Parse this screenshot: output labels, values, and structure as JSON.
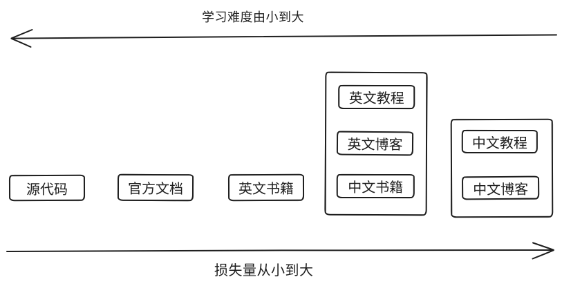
{
  "diagram": {
    "colors": {
      "stroke": "#1e1e1e",
      "background": "#ffffff"
    },
    "axes": {
      "top": {
        "label": "学习难度由小到大",
        "direction": "left"
      },
      "bottom": {
        "label": "损失量从小到大",
        "direction": "right"
      }
    },
    "nodes": [
      {
        "label": "源代码"
      },
      {
        "label": "官方文档"
      },
      {
        "label": "英文书籍"
      }
    ],
    "groups": [
      {
        "items": [
          {
            "label": "英文教程"
          },
          {
            "label": "英文博客"
          },
          {
            "label": "中文书籍"
          }
        ]
      },
      {
        "items": [
          {
            "label": "中文教程"
          },
          {
            "label": "中文博客"
          }
        ]
      }
    ]
  }
}
